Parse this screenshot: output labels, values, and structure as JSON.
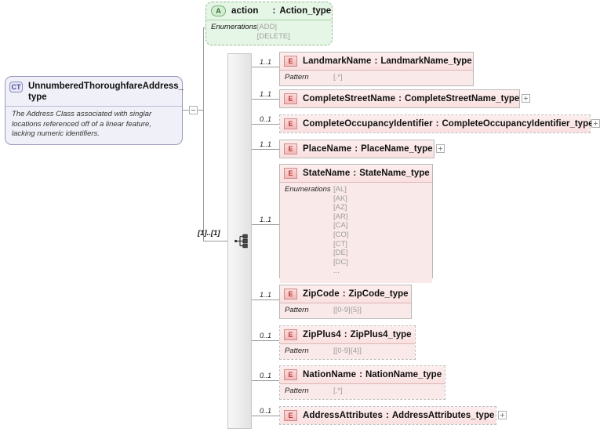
{
  "diagram": {
    "kind": "xsd-schema-diagram",
    "root": {
      "badge": "CT",
      "badge_meaning": "complexType-icon",
      "title": "UnnumberedThoroughfareAddress_ type",
      "documentation": "The Address Class associated with singlar locations referenced off of a linear feature, lacking numeric identifiers."
    },
    "compositor": {
      "type": "sequence",
      "icon": "sequence-icon",
      "cardinality": "[1]..[1]"
    },
    "attribute": {
      "badge": "A",
      "name": "action",
      "separator": ":",
      "type": "Action_type",
      "facet_label": "Enumerations",
      "facet_values": "[ADD]\n[DELETE]"
    },
    "elements": [
      {
        "badge": "E",
        "name": "LandmarkName",
        "separator": ":",
        "type": "LandmarkName_type",
        "cardinality": "1..1",
        "required": true,
        "expandable": false,
        "facet_label": "Pattern",
        "facet_values": "[.*]"
      },
      {
        "badge": "E",
        "name": "CompleteStreetName",
        "separator": ":",
        "type": "CompleteStreetName_type",
        "cardinality": "1..1",
        "required": true,
        "expandable": true
      },
      {
        "badge": "E",
        "name": "CompleteOccupancyIdentifier",
        "separator": ":",
        "type": "CompleteOccupancyIdentifier_type",
        "cardinality": "0..1",
        "required": false,
        "expandable": true
      },
      {
        "badge": "E",
        "name": "PlaceName",
        "separator": ":",
        "type": "PlaceName_type",
        "cardinality": "1..1",
        "required": true,
        "expandable": true
      },
      {
        "badge": "E",
        "name": "StateName",
        "separator": ":",
        "type": "StateName_type",
        "cardinality": "1..1",
        "required": true,
        "expandable": false,
        "facet_label": "Enumerations",
        "facet_values": "[AL]\n[AK]\n[AZ]\n[AR]\n[CA]\n[CO]\n[CT]\n[DE]\n[DC]\n..."
      },
      {
        "badge": "E",
        "name": "ZipCode",
        "separator": ":",
        "type": "ZipCode_type",
        "cardinality": "1..1",
        "required": true,
        "expandable": false,
        "facet_label": "Pattern",
        "facet_values": "[[0-9]{5}]"
      },
      {
        "badge": "E",
        "name": "ZipPlus4",
        "separator": ":",
        "type": "ZipPlus4_type",
        "cardinality": "0..1",
        "required": false,
        "expandable": false,
        "facet_label": "Pattern",
        "facet_values": "[[0-9]{4}]"
      },
      {
        "badge": "E",
        "name": "NationName",
        "separator": ":",
        "type": "NationName_type",
        "cardinality": "0..1",
        "required": false,
        "expandable": false,
        "facet_label": "Pattern",
        "facet_values": "[.*]"
      },
      {
        "badge": "E",
        "name": "AddressAttributes",
        "separator": ":",
        "type": "AddressAttributes_type",
        "cardinality": "0..1",
        "required": false,
        "expandable": true
      }
    ],
    "colors": {
      "complex_type_fill": "#f0f0f8",
      "complex_type_border": "#9a9ac0",
      "attribute_fill": "#e6f6e6",
      "attribute_border": "#8fbf8f",
      "element_fill": "#fbe3e3",
      "element_border": "#d8b0b0",
      "line": "#9a9a9a"
    }
  }
}
